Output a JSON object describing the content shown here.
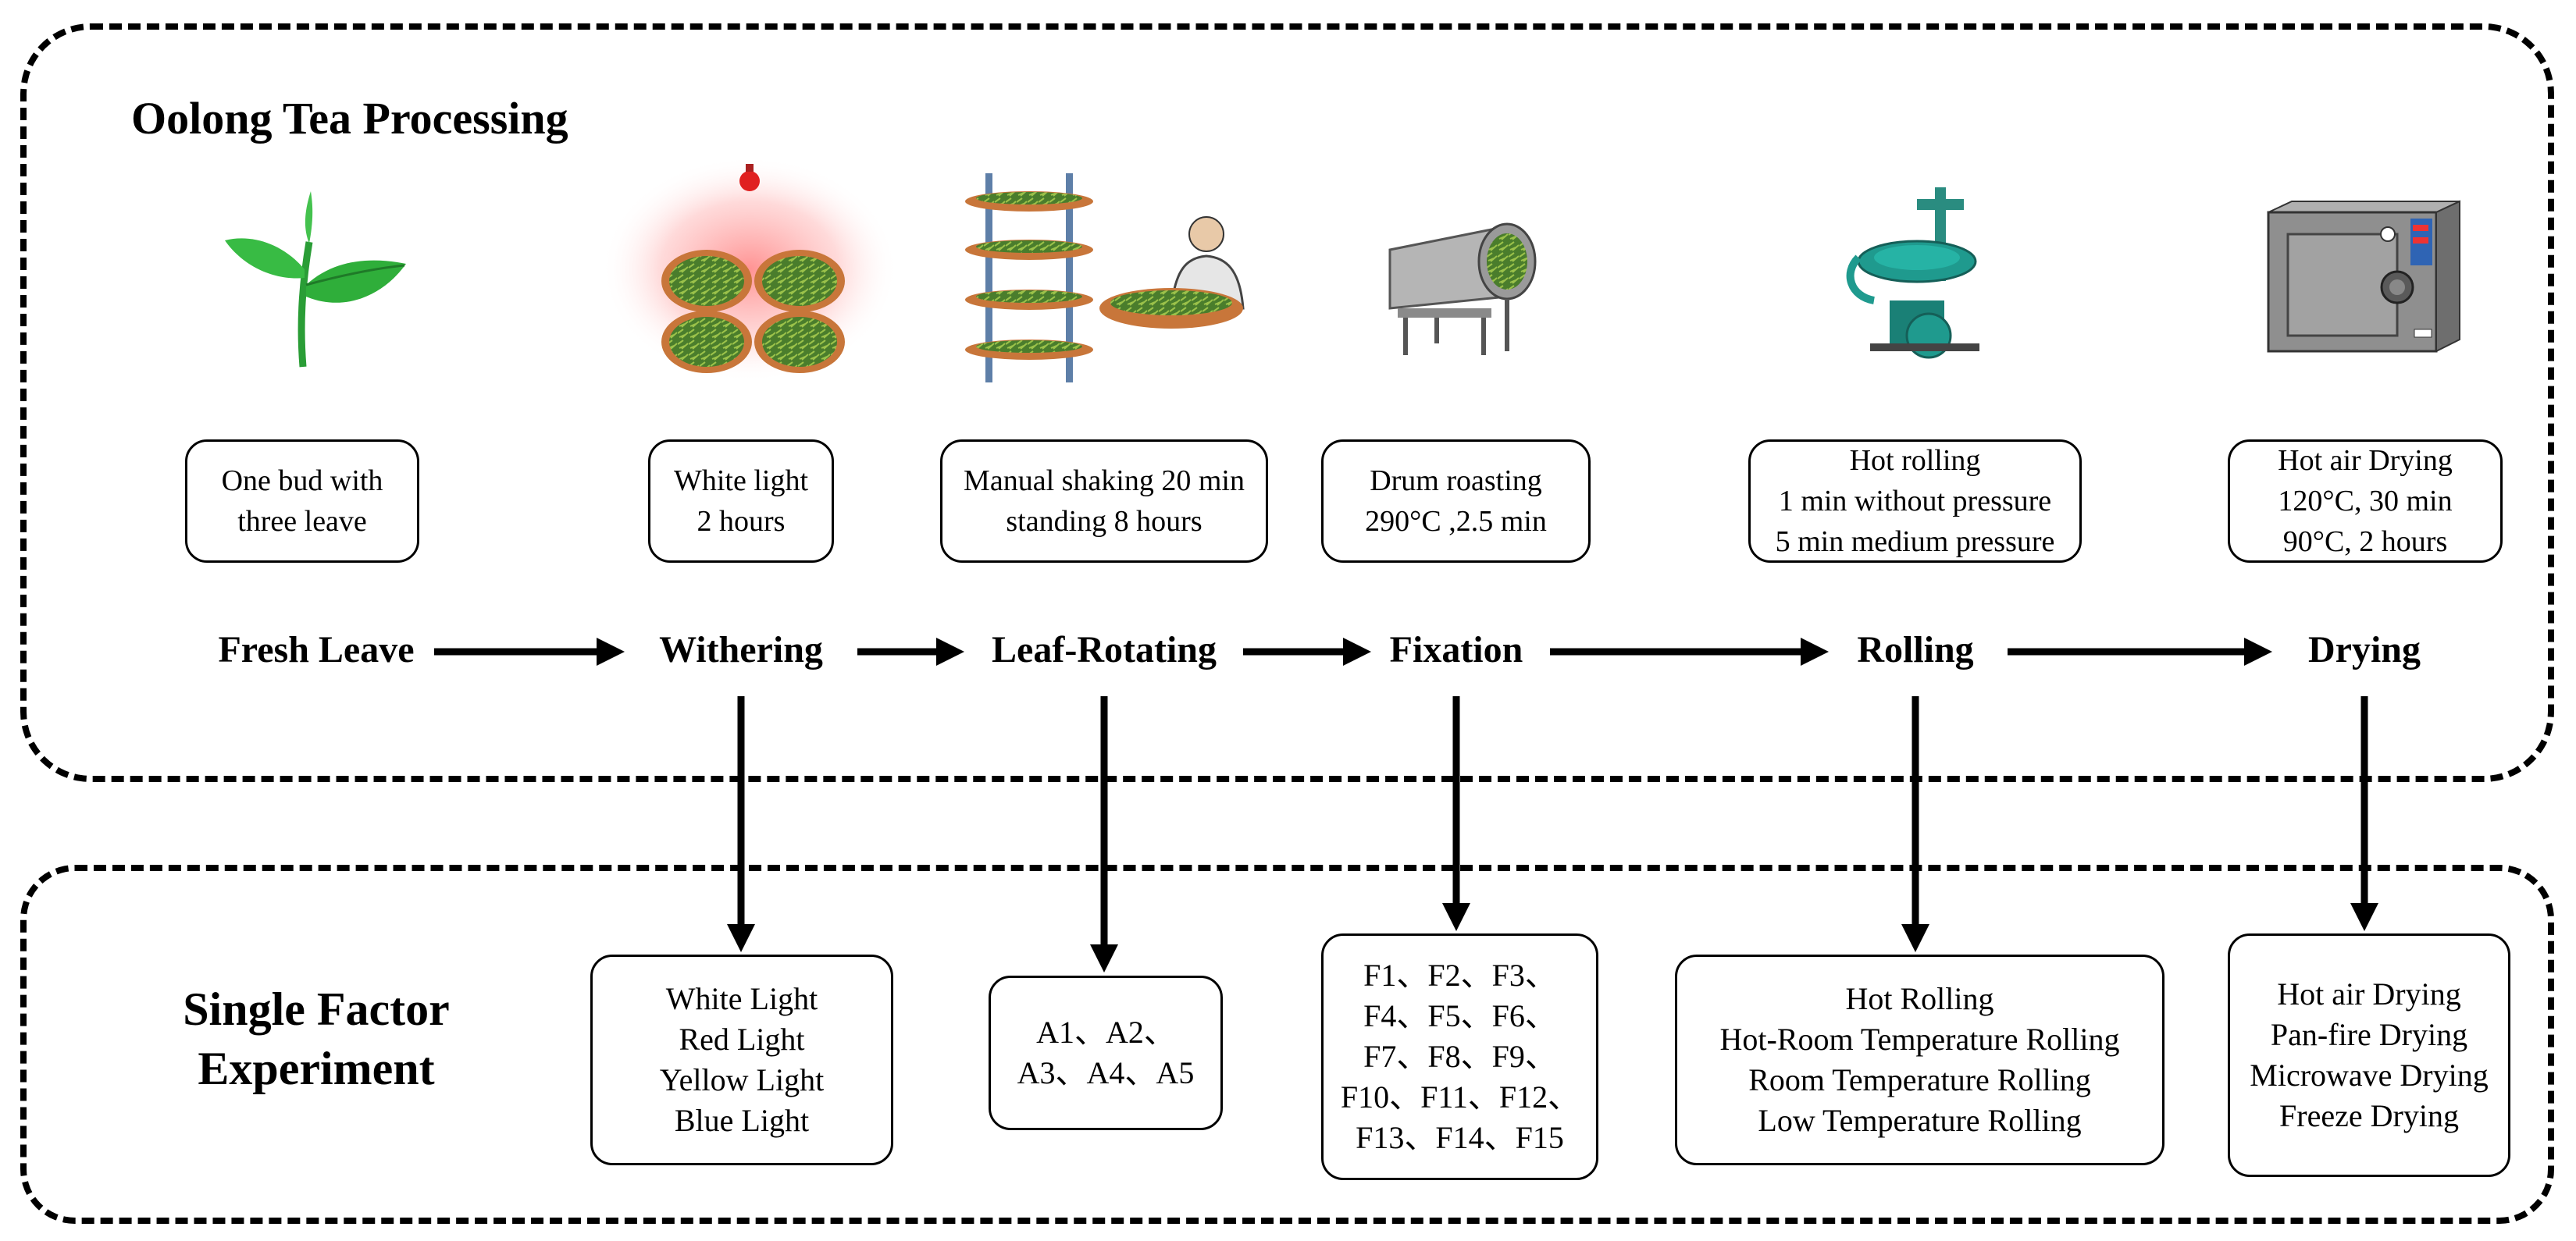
{
  "panel_top": {
    "title": "Oolong Tea Processing"
  },
  "panel_bottom": {
    "title_line1": "Single Factor",
    "title_line2": "Experiment"
  },
  "steps": [
    {
      "name": "Fresh Leave",
      "params": [
        "One bud with",
        "three leave"
      ],
      "illustration": "tea-leaf-icon"
    },
    {
      "name": "Withering",
      "params": [
        "White light",
        "2 hours"
      ],
      "illustration": "withering-trays-icon"
    },
    {
      "name": "Leaf-Rotating",
      "params": [
        "Manual shaking 20 min",
        "standing 8 hours"
      ],
      "illustration": "shaking-rack-icon"
    },
    {
      "name": "Fixation",
      "params": [
        "Drum roasting",
        "290°C ,2.5 min"
      ],
      "illustration": "drum-roaster-icon"
    },
    {
      "name": "Rolling",
      "params": [
        "Hot rolling",
        "1 min without pressure",
        "5 min medium pressure"
      ],
      "illustration": "rolling-machine-icon"
    },
    {
      "name": "Drying",
      "params": [
        "Hot air Drying",
        "120°C, 30 min",
        "90°C, 2 hours"
      ],
      "illustration": "dryer-oven-icon"
    }
  ],
  "experiments": [
    {
      "step": "Withering",
      "options": [
        "White Light",
        "Red Light",
        "Yellow Light",
        "Blue Light"
      ]
    },
    {
      "step": "Leaf-Rotating",
      "options": [
        "A1、A2、",
        "A3、A4、A5"
      ]
    },
    {
      "step": "Fixation",
      "options": [
        "F1、F2、F3、",
        "F4、F5、F6、",
        "F7、F8、F9、",
        "F10、F11、F12、",
        "F13、F14、F15"
      ]
    },
    {
      "step": "Rolling",
      "options": [
        "Hot Rolling",
        "Hot-Room Temperature Rolling",
        "Room Temperature Rolling",
        "Low Temperature Rolling"
      ]
    },
    {
      "step": "Drying",
      "options": [
        "Hot air Drying",
        "Pan-fire Drying",
        "Microwave Drying",
        "Freeze Drying"
      ]
    }
  ],
  "colors": {
    "leaf": "#2fae3a",
    "tray": "#c8763a",
    "tea_green": "#3c8a2a",
    "machine_teal": "#1f9a8e",
    "oven": "#8f8f8f",
    "glow": "#ff3b3b"
  }
}
